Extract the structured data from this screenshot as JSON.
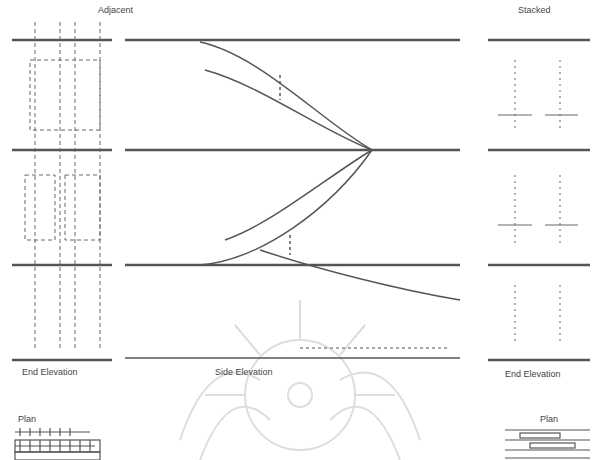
{
  "diagram": {
    "labels": [
      "Adjacent",
      "End Elevation",
      "Side Elevation",
      "Stacked",
      "End Elevation",
      "Plan",
      "Plan"
    ]
  }
}
